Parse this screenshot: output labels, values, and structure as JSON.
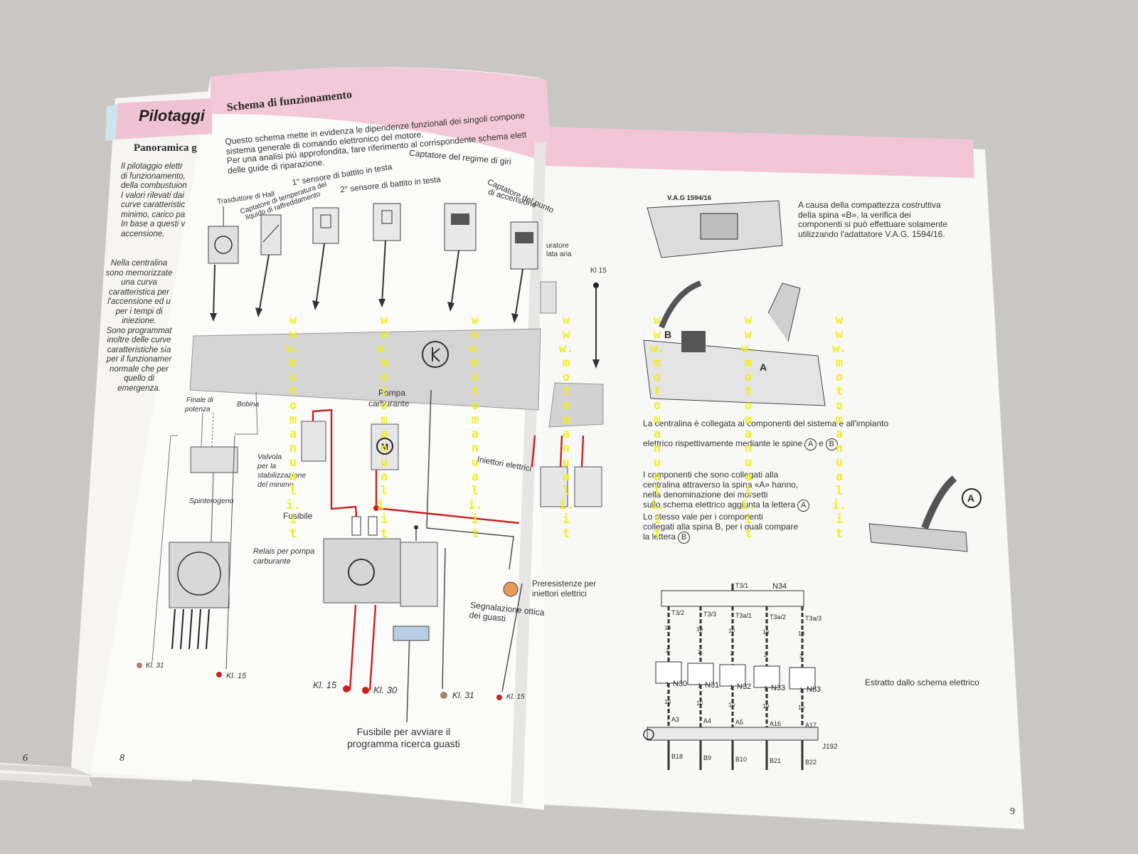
{
  "left_page": {
    "header": "Pilotaggi",
    "subheading": "Panoramica g",
    "para1": [
      "Il pilotaggio elettr",
      "di funzionamento,",
      "della combustuion",
      "I valori rilevati dai",
      "curve caratteristic",
      "minimo, carico pa",
      "In base a questi v",
      "accensione."
    ],
    "para2": [
      "Nella centralina",
      "sono memorizzate",
      "una curva",
      "caratteristica per",
      "l'accensione ed u",
      "per i tempi di",
      "iniezione.",
      "Sono programmat",
      "inoltre delle curve",
      "caratteristiche sia",
      "per il funzionamer",
      "normale che per",
      "quello di",
      "emergenza."
    ],
    "page_number": "6"
  },
  "middle_page": {
    "title": "Schema di funzionamento",
    "intro": [
      "Questo schema mette in evidenza le dipendenze funzionali dei singoli compone",
      "sistema generale di comando elettronico del motore.",
      "Per una analisi più approfondita, fare riferimento al corrispondente schema elett",
      "delle guide di riparazione."
    ],
    "sensor_labels": {
      "hall": "Trasduttore di Hall",
      "temp_1": "Captatore di temperatura del",
      "temp_2": "liquido di raffreddamento",
      "knock1": "1° sensore di battito in testa",
      "knock2": "2° sensore di battito in testa",
      "rpm": "Captatore del regime di giri",
      "ignition_1": "Captatore del punto",
      "ignition_2": "di accensione",
      "air_1": "uratore",
      "air_2": "lata aria",
      "kl15_top": "Kl 15"
    },
    "component_labels": {
      "finale_1": "Finale di",
      "finale_2": "potenza",
      "bobina": "Bobina",
      "pompa_1": "Pompa",
      "pompa_2": "carburante",
      "valvola": [
        "Valvola",
        "per la",
        "stabilizzazione",
        "del minimo"
      ],
      "spinterogeno": "Spinterogeno",
      "fusibile": "Fusibile",
      "relais": [
        "Relais per pompa",
        "carburante"
      ],
      "iniettori": "Iniettori elettrici",
      "preresistenze": [
        "Preresistenze per",
        "iniettori elettrici"
      ],
      "segnalazione": [
        "Segnalazione ottica",
        "dei guasti"
      ],
      "fusibile_bottom": [
        "Fusibile per avviare il",
        "programma ricerca guasti"
      ]
    },
    "terminals": {
      "kl31_left": "Kl. 31",
      "kl15_left": "Kl. 15",
      "kl15_b": "Kl. 15",
      "kl30": "Kl. 30",
      "kl31_b": "Kl. 31",
      "kl15_c": "Kl. 15"
    },
    "motor_symbol": "M",
    "page_number": "8"
  },
  "right_page": {
    "adapter_label": "V.A.G 1594/16",
    "adapter_text": [
      "A causa della compattezza costruttiva",
      "della spina «B», la verifica dei",
      "componenti si può effettuare solamente",
      "utilizzando l'adattatore V.A.G. 1594/16."
    ],
    "plug_labels": {
      "a": "A",
      "b": "B"
    },
    "connection_text_1": "La centralina è collegata ai componenti del sistema e all'impianto",
    "connection_text_2": "elettrico rispettivamente mediante le spine",
    "connection_and": "e",
    "components_text": [
      "I componenti che sono collegati alla",
      "centralina attraverso la spina «A» hanno,",
      "nella denominazione dei morsetti",
      "sullo schema elettrico aggiunta la lettera",
      "Lo stesso vale per i componenti",
      "collegati alla spina B, per i quali compare",
      "la lettera"
    ],
    "schematic": {
      "top_labels": [
        "T3/1",
        "N34"
      ],
      "columns": [
        {
          "top": "T3/2",
          "inj": "N30",
          "a": "A3",
          "b": "B18"
        },
        {
          "top": "T3/3",
          "inj": "N31",
          "a": "A4",
          "b": "B9"
        },
        {
          "top": "T3a/1",
          "inj": "N32",
          "a": "A5",
          "b": "B10"
        },
        {
          "top": "T3a/2",
          "inj": "N33",
          "a": "A16",
          "b": "B21"
        },
        {
          "top": "T3a/3",
          "inj": "N83",
          "a": "A17",
          "b": "B22"
        }
      ],
      "wire_10": "10",
      "wire_2": "2",
      "wire_1": "1",
      "ecu": "J192"
    },
    "caption": "Estratto dallo schema elettrico",
    "page_number": "9"
  },
  "watermark": "www.motomanuali.it",
  "colors": {
    "pink_band": "#f2c5d6",
    "blue_band": "#cfe3ef",
    "red_wire": "#cc2020",
    "brown_terminal": "#a8826a",
    "gray_box": "#d2d2d2",
    "watermark": "#f2ee16"
  }
}
